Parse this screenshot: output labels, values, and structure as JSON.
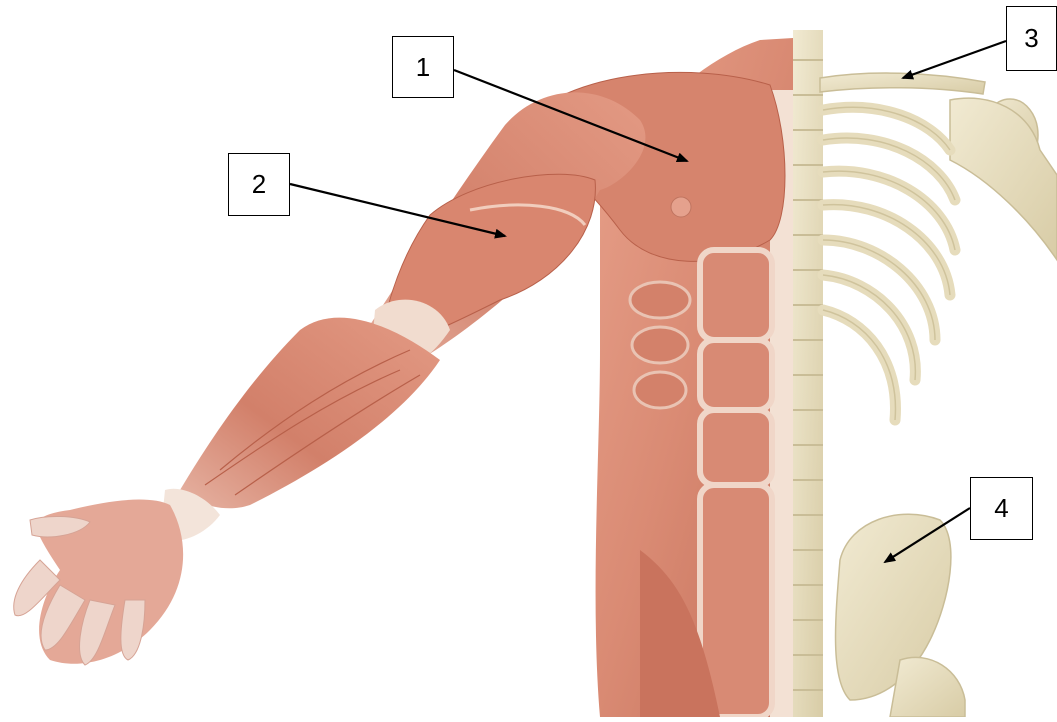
{
  "labels": [
    {
      "id": "1",
      "text": "1"
    },
    {
      "id": "2",
      "text": "2"
    },
    {
      "id": "3",
      "text": "3"
    },
    {
      "id": "4",
      "text": "4"
    }
  ],
  "colors": {
    "muscle": "#d98a73",
    "muscle_dark": "#b8604a",
    "tendon": "#f3e1d4",
    "bone": "#e8e0c4",
    "bone_shadow": "#c9bd97",
    "arrow": "#000000"
  }
}
